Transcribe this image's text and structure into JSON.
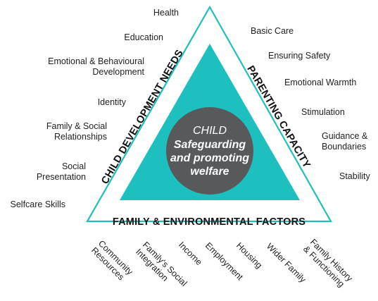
{
  "colors": {
    "triangle_fill": "#1dbfbf",
    "triangle_outline": "#1dbfbf",
    "circle_fill": "#58595b",
    "center_text": "#ffffff",
    "label_text": "#1f1f1f"
  },
  "center": {
    "line1": "CHILD",
    "line2": "Safeguarding",
    "line3": "and promoting",
    "line4": "welfare"
  },
  "sides": {
    "left": "CHILD DEVELOPMENT NEEDS",
    "right": "PARENTING CAPACITY",
    "bottom": "FAMILY & ENVIRONMENTAL FACTORS"
  },
  "left_items": [
    {
      "lines": [
        "Health"
      ]
    },
    {
      "lines": [
        "Education"
      ]
    },
    {
      "lines": [
        "Emotional & Behavioural",
        "Development"
      ]
    },
    {
      "lines": [
        "Identity"
      ]
    },
    {
      "lines": [
        "Family & Social",
        "Relationships"
      ]
    },
    {
      "lines": [
        "Social",
        "Presentation"
      ]
    },
    {
      "lines": [
        "Selfcare Skills"
      ]
    }
  ],
  "right_items": [
    {
      "lines": [
        "Basic Care"
      ]
    },
    {
      "lines": [
        "Ensuring Safety"
      ]
    },
    {
      "lines": [
        "Emotional Warmth"
      ]
    },
    {
      "lines": [
        "Stimulation"
      ]
    },
    {
      "lines": [
        "Guidance &",
        "Boundaries"
      ]
    },
    {
      "lines": [
        "Stability"
      ]
    }
  ],
  "bottom_items": [
    {
      "lines": [
        "Community",
        "Resources"
      ]
    },
    {
      "lines": [
        "Family's Social",
        "Integration"
      ]
    },
    {
      "lines": [
        "Income"
      ]
    },
    {
      "lines": [
        "Employment"
      ]
    },
    {
      "lines": [
        "Housing"
      ]
    },
    {
      "lines": [
        "Wider Family"
      ]
    },
    {
      "lines": [
        "Family History",
        "& Functioning"
      ]
    }
  ]
}
